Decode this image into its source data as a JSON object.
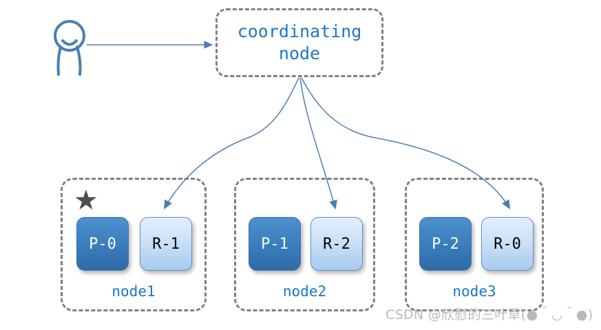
{
  "diagram": {
    "title_text": "coordinating\nnode",
    "accent_blue": "#1f77c4",
    "edge_blue": "#4a7fb5",
    "dash_gray": "#808080",
    "primary_color": "#3c80bf",
    "replica_color": "#cfe2f8",
    "star_color": "#4d4d4d"
  },
  "actor": {
    "name": "user-stick-figure",
    "color": "#4a7fb5"
  },
  "coordinator": {
    "label": "coordinating\nnode"
  },
  "nodes": [
    {
      "id": "node1",
      "label": "node1",
      "starred": true,
      "star_glyph": "★",
      "shards": [
        {
          "label": "P-0",
          "type": "primary"
        },
        {
          "label": "R-1",
          "type": "replica"
        }
      ]
    },
    {
      "id": "node2",
      "label": "node2",
      "starred": false,
      "star_glyph": "",
      "shards": [
        {
          "label": "P-1",
          "type": "primary"
        },
        {
          "label": "R-2",
          "type": "replica"
        }
      ]
    },
    {
      "id": "node3",
      "label": "node3",
      "starred": false,
      "star_glyph": "",
      "shards": [
        {
          "label": "P-2",
          "type": "primary"
        },
        {
          "label": "R-0",
          "type": "replica"
        }
      ]
    }
  ],
  "edges": [
    {
      "from": "user",
      "to": "coordinating node",
      "style": "straight-arrow"
    },
    {
      "from": "coordinating node",
      "to": "R-1",
      "style": "curved-arrow"
    },
    {
      "from": "coordinating node",
      "to": "R-2",
      "style": "curved-arrow"
    },
    {
      "from": "coordinating node",
      "to": "R-0",
      "style": "curved-arrow"
    }
  ],
  "watermark": {
    "text": "CSDN @欣慰的三叶草(●＾◡＾●)"
  }
}
